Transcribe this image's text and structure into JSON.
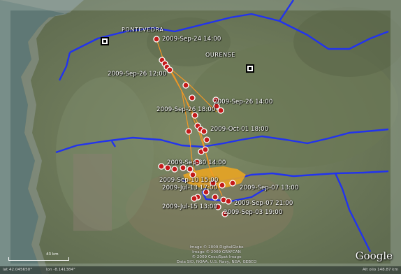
{
  "cities": [
    {
      "name": "PONTEVEDRA"
    },
    {
      "name": "OURENSE"
    }
  ],
  "track_labels": [
    "2009-Sep-24 14:00",
    "2009-Sep-26 12:00",
    "2009-Sep-26 14:00",
    "2009-Sep-26 18:00",
    "2009-Oct-01 18:00",
    "2009-Sep-30 14:00",
    "2009-Sep-10 15:00",
    "2009-Jul-13 17:00",
    "2009-Sep-07 13:00",
    "2009-Sep-07 21:00",
    "2009-Jul-15 13:00",
    "2009-Sep-03 19:00"
  ],
  "attribution": {
    "line1": "Image © 2009 DigitalGlobe",
    "line2": "Image © 2009 GRAFCAN",
    "line3": "© 2009 Cnes/Spot Image",
    "line4": "Data SIO, NOAA, U.S. Navy, NGA, GEBCO"
  },
  "logo": "Google",
  "scale": "43 km",
  "status": {
    "lat": "lat  42.045650°",
    "lon": "lon  -8.141384°",
    "alt": "Alt olio  148.87 km"
  },
  "colors": {
    "border": "#2233ee",
    "track": "#ff9a1f",
    "point": "#c41a1a",
    "area": "#e8a524"
  }
}
